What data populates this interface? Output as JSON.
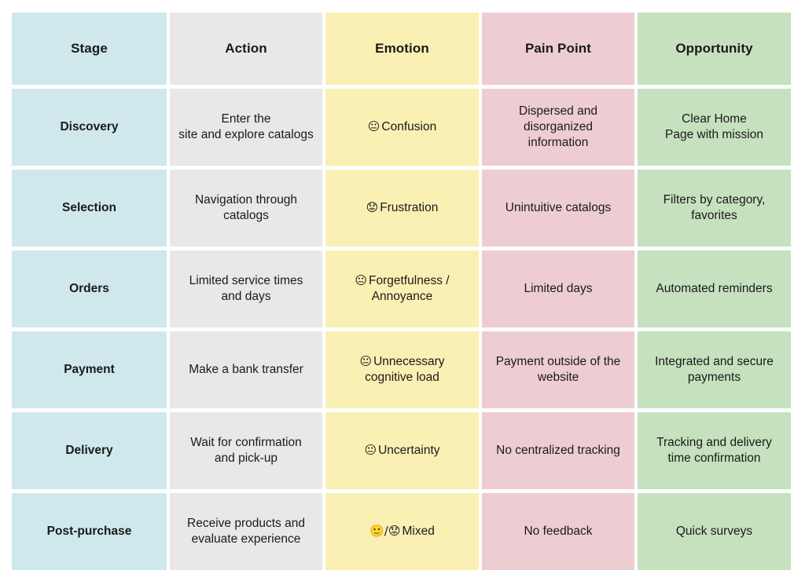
{
  "table": {
    "columns": [
      {
        "key": "stage",
        "label": "Stage",
        "color": "#cfe8ec"
      },
      {
        "key": "action",
        "label": "Action",
        "color": "#eae7e9"
      },
      {
        "key": "emotion",
        "label": "Emotion",
        "color": "#fbf0b4"
      },
      {
        "key": "pain",
        "label": "Pain Point",
        "color": "#eecdd2"
      },
      {
        "key": "opportunity",
        "label": "Opportunity",
        "color": "#c6e1be"
      }
    ],
    "rows": [
      {
        "stage": "Discovery",
        "action": "Enter the\nsite and explore catalogs",
        "emotion_icon": "neutral-face-emoji",
        "emotion_emoji": "😐",
        "emotion": "Confusion",
        "pain": "Dispersed and\ndisorganized\ninformation",
        "opportunity": "Clear Home\nPage with mission"
      },
      {
        "stage": "Selection",
        "action": "Navigation through\ncatalogs",
        "emotion_icon": "worried-face-emoji",
        "emotion_emoji": "😟",
        "emotion": "Frustration",
        "pain": "Unintuitive catalogs",
        "opportunity": "Filters by category,\nfavorites"
      },
      {
        "stage": "Orders",
        "action": "Limited service times\nand days",
        "emotion_icon": "neutral-face-emoji",
        "emotion_emoji": "😐",
        "emotion": "Forgetfulness /\nAnnoyance",
        "pain": "Limited days",
        "opportunity": "Automated reminders"
      },
      {
        "stage": "Payment",
        "action": "Make a bank transfer",
        "emotion_icon": "neutral-face-emoji",
        "emotion_emoji": "😐",
        "emotion": "Unnecessary\ncognitive load",
        "pain": "Payment outside of the\nwebsite",
        "opportunity": "Integrated and secure\npayments"
      },
      {
        "stage": "Delivery",
        "action": "Wait for confirmation\nand pick-up",
        "emotion_icon": "neutral-face-emoji",
        "emotion_emoji": "😐",
        "emotion": "Uncertainty",
        "pain": "No centralized tracking",
        "opportunity": "Tracking and delivery\ntime confirmation"
      },
      {
        "stage": "Post-purchase",
        "action": "Receive products and\nevaluate experience",
        "emotion_icon": "slightly-smiling-and-worried-face-emoji",
        "emotion_emoji": "🙂/😟",
        "emotion": "Mixed",
        "pain": "No feedback",
        "opportunity": "Quick surveys"
      }
    ]
  }
}
